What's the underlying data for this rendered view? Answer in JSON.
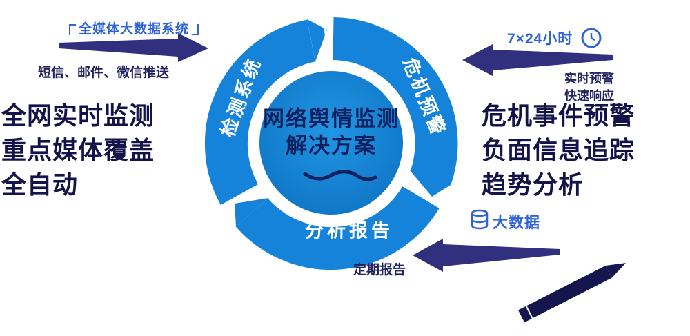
{
  "colors": {
    "ring_blue": "#1583d9",
    "inner_blue_light": "#2196e3",
    "inner_blue_dark": "#0e74c4",
    "arrow_navy": "#30307e",
    "dark_text_navy": "#13134a",
    "blue_label": "#2f64d8",
    "center_text_navy": "#0d2060"
  },
  "cycle": {
    "center": {
      "line1": "网络舆情监测",
      "line2": "解决方案"
    },
    "segments": [
      {
        "label": "检测系统"
      },
      {
        "label": "危机预警"
      },
      {
        "label": "分析报告"
      }
    ]
  },
  "annotations": {
    "top_left": {
      "title": "全媒体大数据系统",
      "note": "短信、邮件、微信推送"
    },
    "left_block": {
      "lines": [
        "全网实时监测",
        "重点媒体覆盖",
        "全自动"
      ]
    },
    "top_right": {
      "title": "7×24小时",
      "notes": [
        "实时预警",
        "快速响应"
      ]
    },
    "right_block": {
      "lines": [
        "危机事件预警",
        "负面信息追踪",
        "趋势分析"
      ]
    },
    "bottom_right": {
      "title": "大数据"
    },
    "bottom_note": "定期报告"
  },
  "icons": {
    "clock_icon": "clock",
    "database_icon": "database",
    "pen_icon": "pen",
    "bracket_icons": "corner-brackets"
  }
}
